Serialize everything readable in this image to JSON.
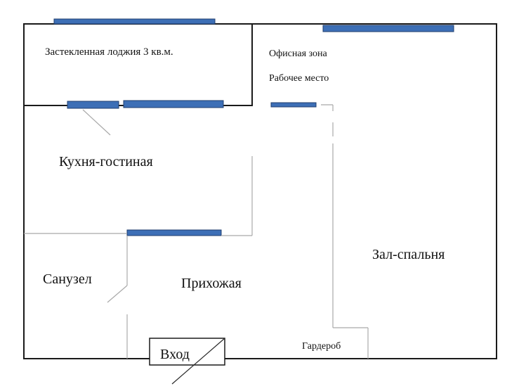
{
  "rooms": {
    "loggia": "Застекленная лоджия 3 кв.м.",
    "office_zone": "Офисная зона",
    "workplace": "Рабочее место",
    "kitchen_living": "Кухня-гостиная",
    "hall_bedroom": "Зал-спальня",
    "bathroom": "Санузел",
    "hallway": "Прихожая",
    "entrance": "Вход",
    "wardrobe": "Гардероб"
  },
  "colors": {
    "window": "#3d6fb6",
    "wall": "#1a1a1a",
    "partition": "#a9a9a9"
  }
}
